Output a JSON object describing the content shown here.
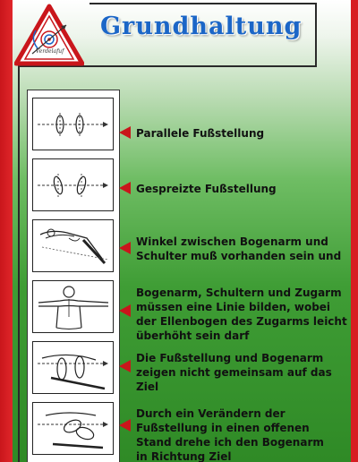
{
  "title": "Grundhaltung",
  "logo": {
    "script_text": "Verdelafuf"
  },
  "steps": [
    {
      "text": "Parallele Fußstellung"
    },
    {
      "text": "Gespreizte Fußstellung"
    },
    {
      "text": "Winkel zwischen Bogenarm und Schulter muß vorhanden sein und"
    },
    {
      "text": "Bogenarm, Schultern und Zugarm müssen eine Linie bilden, wobei der Ellenbogen des Zugarms leicht überhöht sein darf"
    },
    {
      "text": "Die Fußstellung und Bogenarm zeigen nicht gemeinsam auf das Ziel"
    },
    {
      "text": "Durch ein Verändern der Fußstellung in einen offenen Stand drehe ich den Bogenarm in Richtung Ziel"
    }
  ],
  "colors": {
    "accent_red": "#c9161b",
    "title_blue": "#1b66c7",
    "background_green": "#3f9d35"
  }
}
